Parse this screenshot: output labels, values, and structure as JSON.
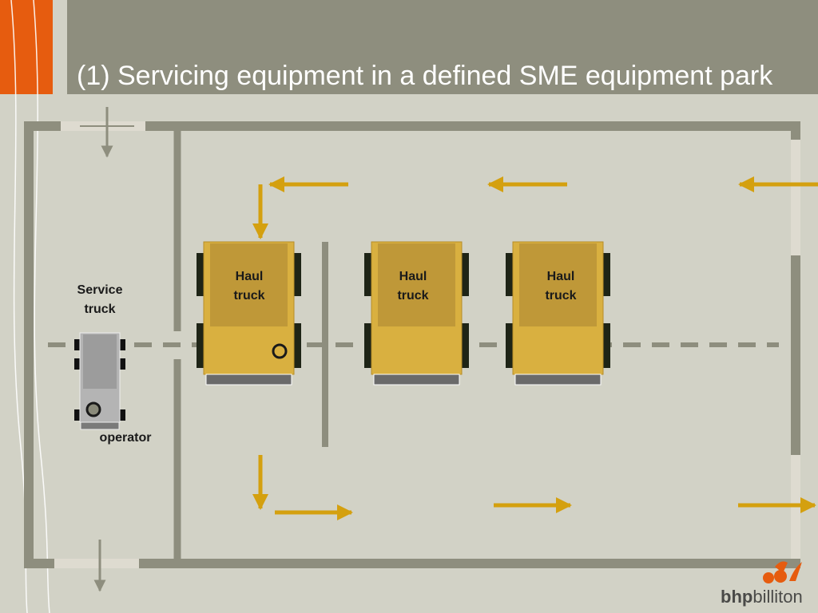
{
  "slide": {
    "title": "(1) Servicing equipment in a defined SME equipment park"
  },
  "labels": {
    "service_truck_line1": "Service",
    "service_truck_line2": "truck",
    "operator": "operator",
    "haul_truck_line1": "Haul",
    "haul_truck_line2": "truck"
  },
  "logo": {
    "bold_part": "bhp",
    "light_part": "billiton"
  },
  "colors": {
    "background": "#d2d2c6",
    "header_band": "#8e8e7e",
    "accent_orange": "#e65c0f",
    "park_wall": "#8e8e7e",
    "arrow_gold": "#d4a00f",
    "truck_bed": "#bf9838",
    "truck_body": "#d9b040",
    "service_truck": "#a8a8a8"
  }
}
